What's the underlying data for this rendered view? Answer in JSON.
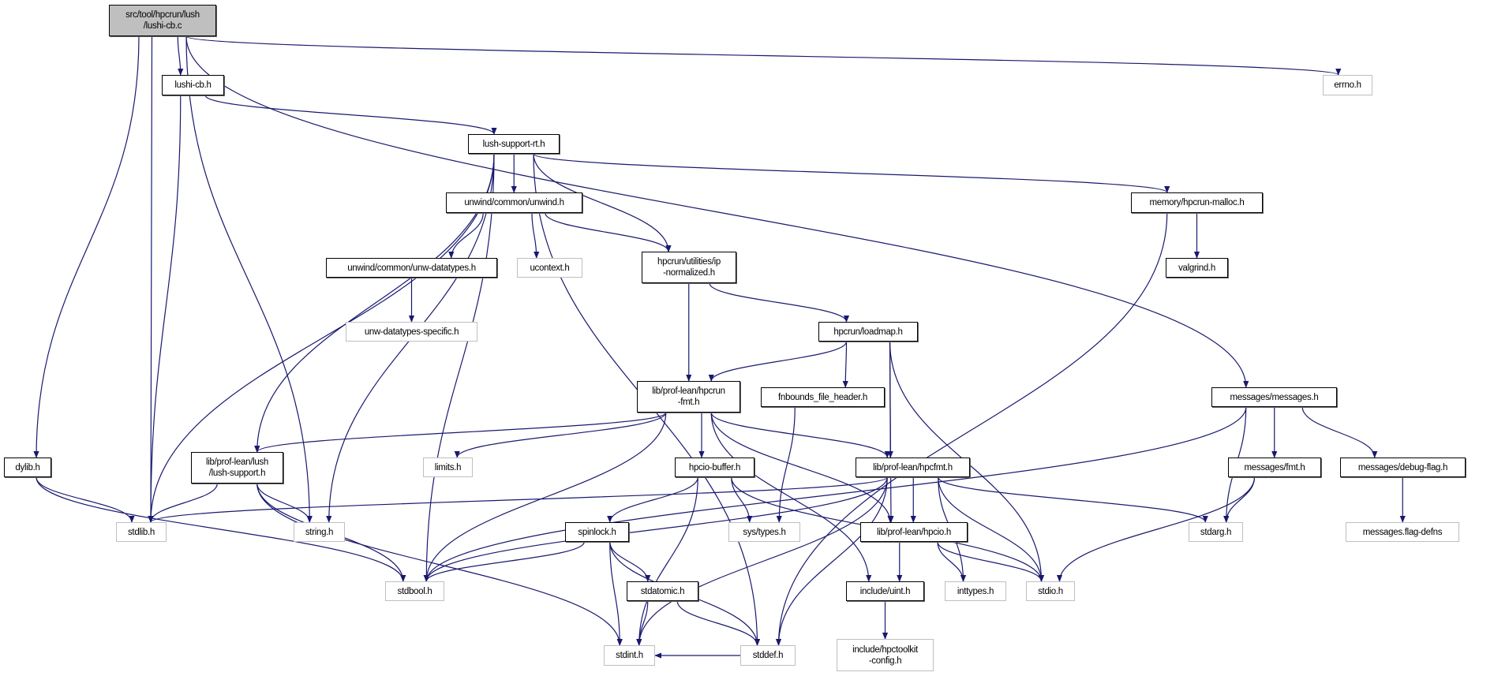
{
  "graph": {
    "colors": {
      "edge": "#191970",
      "root_fill": "#bfbfbf",
      "external_border": "#bfbfbf",
      "node_border": "#000000"
    },
    "nodes": [
      {
        "id": "root",
        "label": "src/tool/hpcrun/lush\n/lushi-cb.c",
        "kind": "root"
      },
      {
        "id": "lushi_cb_h",
        "label": "lushi-cb.h",
        "kind": "documented"
      },
      {
        "id": "errno_h",
        "label": "errno.h",
        "kind": "external"
      },
      {
        "id": "lush_support_rt_h",
        "label": "lush-support-rt.h",
        "kind": "documented"
      },
      {
        "id": "unwind_h",
        "label": "unwind/common/unwind.h",
        "kind": "documented"
      },
      {
        "id": "malloc_h",
        "label": "memory/hpcrun-malloc.h",
        "kind": "documented"
      },
      {
        "id": "unw_datatypes_h",
        "label": "unwind/common/unw-datatypes.h",
        "kind": "documented"
      },
      {
        "id": "ucontext_h",
        "label": "ucontext.h",
        "kind": "external"
      },
      {
        "id": "ip_normalized_h",
        "label": "hpcrun/utilities/ip\n-normalized.h",
        "kind": "documented"
      },
      {
        "id": "valgrind_h",
        "label": "valgrind.h",
        "kind": "documented"
      },
      {
        "id": "unw_specific_h",
        "label": "unw-datatypes-specific.h",
        "kind": "external"
      },
      {
        "id": "loadmap_h",
        "label": "hpcrun/loadmap.h",
        "kind": "documented"
      },
      {
        "id": "hpcrun_fmt_h",
        "label": "lib/prof-lean/hpcrun\n-fmt.h",
        "kind": "documented"
      },
      {
        "id": "fnbounds_h",
        "label": "fnbounds_file_header.h",
        "kind": "documented"
      },
      {
        "id": "messages_h",
        "label": "messages/messages.h",
        "kind": "documented"
      },
      {
        "id": "dylib_h",
        "label": "dylib.h",
        "kind": "documented"
      },
      {
        "id": "lush_support_h",
        "label": "lib/prof-lean/lush\n/lush-support.h",
        "kind": "documented"
      },
      {
        "id": "limits_h",
        "label": "limits.h",
        "kind": "external"
      },
      {
        "id": "hpcio_buffer_h",
        "label": "hpcio-buffer.h",
        "kind": "documented"
      },
      {
        "id": "hpcfmt_h",
        "label": "lib/prof-lean/hpcfmt.h",
        "kind": "documented"
      },
      {
        "id": "msg_fmt_h",
        "label": "messages/fmt.h",
        "kind": "documented"
      },
      {
        "id": "debug_flag_h",
        "label": "messages/debug-flag.h",
        "kind": "documented"
      },
      {
        "id": "stdlib_h",
        "label": "stdlib.h",
        "kind": "external"
      },
      {
        "id": "string_h",
        "label": "string.h",
        "kind": "external"
      },
      {
        "id": "spinlock_h",
        "label": "spinlock.h",
        "kind": "documented"
      },
      {
        "id": "sys_types_h",
        "label": "sys/types.h",
        "kind": "external"
      },
      {
        "id": "hpcio_h",
        "label": "lib/prof-lean/hpcio.h",
        "kind": "documented"
      },
      {
        "id": "stdarg_h",
        "label": "stdarg.h",
        "kind": "external"
      },
      {
        "id": "flag_defns",
        "label": "messages.flag-defns",
        "kind": "external"
      },
      {
        "id": "stdbool_h",
        "label": "stdbool.h",
        "kind": "external"
      },
      {
        "id": "stdatomic_h",
        "label": "stdatomic.h",
        "kind": "documented"
      },
      {
        "id": "uint_h",
        "label": "include/uint.h",
        "kind": "documented"
      },
      {
        "id": "inttypes_h",
        "label": "inttypes.h",
        "kind": "external"
      },
      {
        "id": "stdio_h",
        "label": "stdio.h",
        "kind": "external"
      },
      {
        "id": "stdint_h",
        "label": "stdint.h",
        "kind": "external"
      },
      {
        "id": "stddef_h",
        "label": "stddef.h",
        "kind": "external"
      },
      {
        "id": "hpctoolkit_config_h",
        "label": "include/hpctoolkit\n-config.h",
        "kind": "external"
      }
    ],
    "edges": [
      [
        "root",
        "lushi_cb_h"
      ],
      [
        "root",
        "errno_h"
      ],
      [
        "root",
        "messages_h"
      ],
      [
        "root",
        "dylib_h"
      ],
      [
        "root",
        "stdlib_h"
      ],
      [
        "root",
        "string_h"
      ],
      [
        "lushi_cb_h",
        "lush_support_rt_h"
      ],
      [
        "lushi_cb_h",
        "stdlib_h"
      ],
      [
        "lush_support_rt_h",
        "unwind_h"
      ],
      [
        "lush_support_rt_h",
        "malloc_h"
      ],
      [
        "lush_support_rt_h",
        "ip_normalized_h"
      ],
      [
        "lush_support_rt_h",
        "lush_support_h"
      ],
      [
        "lush_support_rt_h",
        "stdlib_h"
      ],
      [
        "lush_support_rt_h",
        "string_h"
      ],
      [
        "lush_support_rt_h",
        "stdbool_h"
      ],
      [
        "lush_support_rt_h",
        "stddef_h"
      ],
      [
        "unwind_h",
        "unw_datatypes_h"
      ],
      [
        "unwind_h",
        "ucontext_h"
      ],
      [
        "unwind_h",
        "ip_normalized_h"
      ],
      [
        "unw_datatypes_h",
        "unw_specific_h"
      ],
      [
        "malloc_h",
        "valgrind_h"
      ],
      [
        "malloc_h",
        "stddef_h"
      ],
      [
        "ip_normalized_h",
        "hpcrun_fmt_h"
      ],
      [
        "ip_normalized_h",
        "loadmap_h"
      ],
      [
        "loadmap_h",
        "hpcrun_fmt_h"
      ],
      [
        "loadmap_h",
        "fnbounds_h"
      ],
      [
        "loadmap_h",
        "hpcfmt_h"
      ],
      [
        "loadmap_h",
        "hpcio_h"
      ],
      [
        "loadmap_h",
        "stdio_h"
      ],
      [
        "hpcrun_fmt_h",
        "lush_support_h"
      ],
      [
        "hpcrun_fmt_h",
        "limits_h"
      ],
      [
        "hpcrun_fmt_h",
        "stdbool_h"
      ],
      [
        "hpcrun_fmt_h",
        "hpcio_buffer_h"
      ],
      [
        "hpcrun_fmt_h",
        "hpcfmt_h"
      ],
      [
        "hpcrun_fmt_h",
        "hpcio_h"
      ],
      [
        "hpcrun_fmt_h",
        "uint_h"
      ],
      [
        "fnbounds_h",
        "sys_types_h"
      ],
      [
        "messages_h",
        "stdbool_h"
      ],
      [
        "messages_h",
        "stdarg_h"
      ],
      [
        "messages_h",
        "msg_fmt_h"
      ],
      [
        "messages_h",
        "debug_flag_h"
      ],
      [
        "dylib_h",
        "stdlib_h"
      ],
      [
        "dylib_h",
        "stdbool_h"
      ],
      [
        "lush_support_h",
        "stdlib_h"
      ],
      [
        "lush_support_h",
        "string_h"
      ],
      [
        "lush_support_h",
        "stdbool_h"
      ],
      [
        "lush_support_h",
        "stdint_h"
      ],
      [
        "hpcio_buffer_h",
        "spinlock_h"
      ],
      [
        "hpcio_buffer_h",
        "sys_types_h"
      ],
      [
        "hpcio_buffer_h",
        "stdint_h"
      ],
      [
        "hpcio_buffer_h",
        "stdio_h"
      ],
      [
        "hpcfmt_h",
        "stdlib_h"
      ],
      [
        "hpcfmt_h",
        "stdbool_h"
      ],
      [
        "hpcfmt_h",
        "stdint_h"
      ],
      [
        "hpcfmt_h",
        "hpcio_h"
      ],
      [
        "hpcfmt_h",
        "inttypes_h"
      ],
      [
        "hpcfmt_h",
        "stdio_h"
      ],
      [
        "hpcfmt_h",
        "stdarg_h"
      ],
      [
        "hpcfmt_h",
        "stddef_h"
      ],
      [
        "msg_fmt_h",
        "stdarg_h"
      ],
      [
        "msg_fmt_h",
        "stdio_h"
      ],
      [
        "debug_flag_h",
        "flag_defns"
      ],
      [
        "spinlock_h",
        "stdbool_h"
      ],
      [
        "spinlock_h",
        "stdatomic_h"
      ],
      [
        "spinlock_h",
        "stdint_h"
      ],
      [
        "spinlock_h",
        "stddef_h"
      ],
      [
        "stdatomic_h",
        "stdint_h"
      ],
      [
        "stdatomic_h",
        "stddef_h"
      ],
      [
        "hpcio_h",
        "uint_h"
      ],
      [
        "hpcio_h",
        "inttypes_h"
      ],
      [
        "hpcio_h",
        "stdio_h"
      ],
      [
        "uint_h",
        "hpctoolkit_config_h"
      ],
      [
        "stddef_h",
        "stdint_h"
      ]
    ]
  }
}
